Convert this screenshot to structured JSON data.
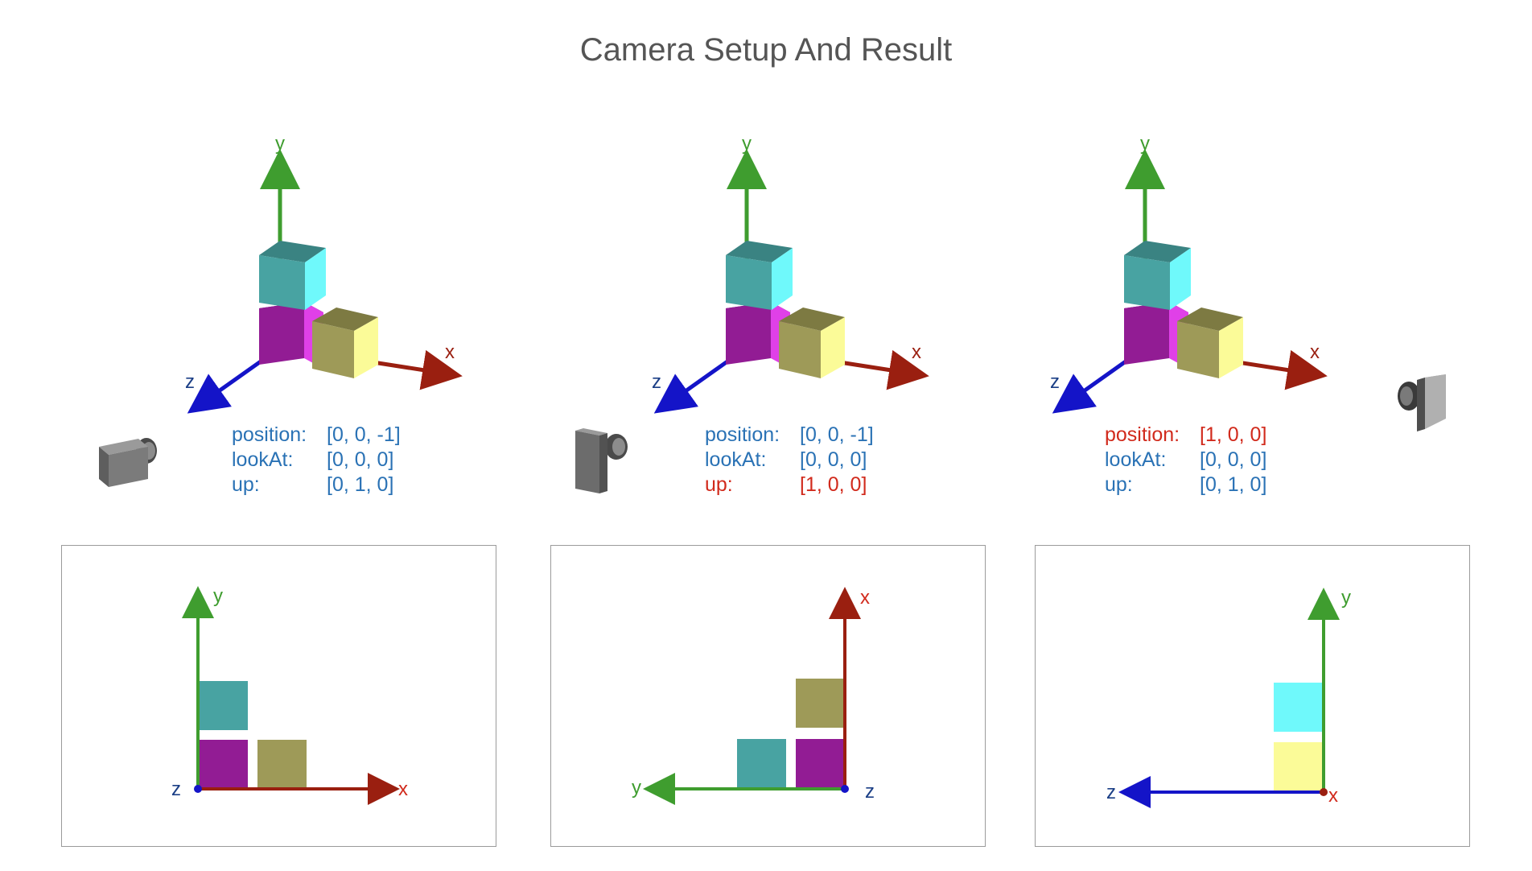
{
  "title": "Camera Setup And Result",
  "colors": {
    "x_axis": "#9a1f10",
    "y_axis": "#3f9d2f",
    "z_axis": "#1414c8",
    "param_text": "#2a72b5",
    "param_changed": "#d12a1c",
    "cube_cyan": "#48a3a2",
    "cube_magenta": "#921c94",
    "cube_olive": "#9e9a58",
    "cube_cyan_front": "#6ff9fb",
    "cube_yellow_front": "#fbfb98"
  },
  "axis_labels": {
    "x": "x",
    "y": "y",
    "z": "z"
  },
  "setups": [
    {
      "position_label": "position:",
      "position_value": "[0, 0, -1]",
      "lookat_label": "lookAt:",
      "lookat_value": "[0, 0, 0]",
      "up_label": "up:",
      "up_value": "[0, 1, 0]",
      "changed": [],
      "camera_icon": "camera-icon"
    },
    {
      "position_label": "position:",
      "position_value": "[0, 0, -1]",
      "lookat_label": "lookAt:",
      "lookat_value": "[0, 0, 0]",
      "up_label": "up:",
      "up_value": "[1, 0, 0]",
      "changed": [
        "up"
      ],
      "camera_icon": "camera-icon"
    },
    {
      "position_label": "position:",
      "position_value": "[1, 0, 0]",
      "lookat_label": "lookAt:",
      "lookat_value": "[0, 0, 0]",
      "up_label": "up:",
      "up_value": "[0, 1, 0]",
      "changed": [
        "position"
      ],
      "camera_icon": "camera-icon"
    }
  ],
  "results": [
    {
      "horizontal_axis": "x",
      "vertical_axis": "y",
      "depth_axis": "z"
    },
    {
      "horizontal_axis": "y",
      "vertical_axis": "x",
      "depth_axis": "z"
    },
    {
      "horizontal_axis": "z",
      "vertical_axis": "y",
      "depth_axis": "x"
    }
  ]
}
